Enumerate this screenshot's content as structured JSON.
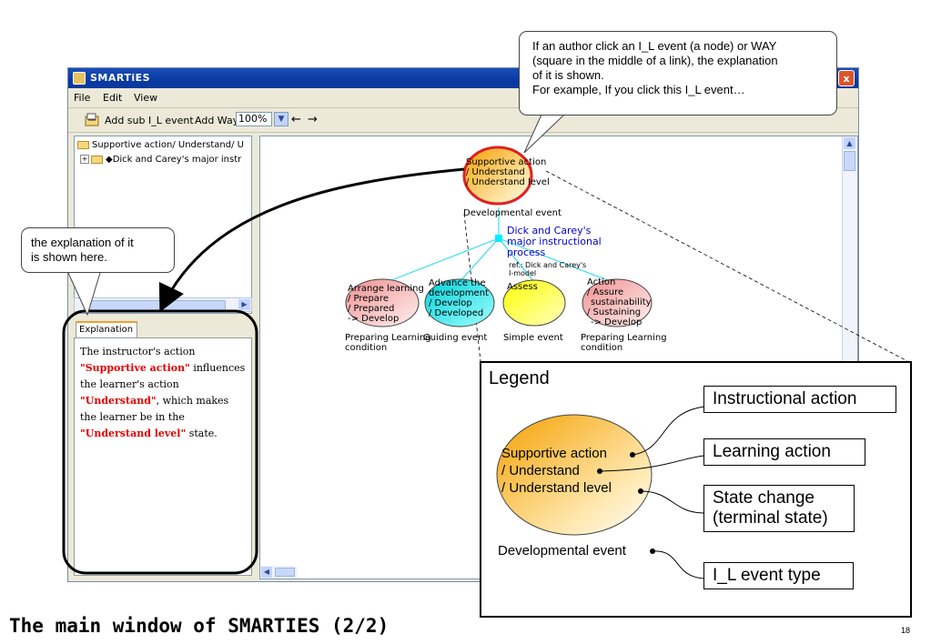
{
  "window": {
    "title": "SMARTiES",
    "close_symbol": "x"
  },
  "menu": [
    "File",
    "Edit",
    "View"
  ],
  "toolbar": {
    "add_sub": "Add sub I_L event",
    "add_way": "Add Way",
    "zoom": "100%",
    "back": "←",
    "forward": "→"
  },
  "tree": {
    "root": "Supportive action/ Understand/ U",
    "child": "◆Dick and Carey's major instr"
  },
  "explanation": {
    "tab": "Explanation",
    "p1": "The instructor's action",
    "k1": "\"Supportive action\"",
    "p2": " influences",
    "p3": "the learner's action",
    "k2": "\"Understand\"",
    "p4": ", which makes",
    "p5": "the learner be in the",
    "k3": "\"Understand level\"",
    "p6": " state."
  },
  "graph": {
    "top_node": {
      "l1": "Supportive action",
      "l2": "/ Understand",
      "l3": "/ Understand level",
      "type": "Developmental event"
    },
    "way": {
      "l1": "Dick and Carey's",
      "l2": "major instructional",
      "l3": "process",
      "r1": "ref.: Dick and Carey's",
      "r2": "I-model"
    },
    "n1": {
      "l1": "Arrange learning",
      "l2": "/ Prepare",
      "l3": "/ Prepared",
      "l4": "-> Develop",
      "t1": "Preparing Learning",
      "t2": "condition"
    },
    "n2": {
      "l1": "Advance the",
      "l2": "development",
      "l3": "/ Develop",
      "l4": "/ Developed",
      "t1": "Guiding event"
    },
    "n3": {
      "l1": "Assess",
      "t1": "Simple event"
    },
    "n4": {
      "l1": "Action",
      "l2": "/ Assure",
      "l3": "sustainability",
      "l4": "/ Sustaining",
      "l5": "-> Develop",
      "t1": "Preparing Learning",
      "t2": "condition"
    }
  },
  "legend": {
    "title": "Legend",
    "node": {
      "l1": "Supportive action",
      "l2": "/ Understand",
      "l3": "/ Understand level",
      "type": "Developmental event"
    },
    "instructional": "Instructional action",
    "learning": "Learning action",
    "state1": "State change",
    "state2": "(terminal state)",
    "event_type": "I_L event type"
  },
  "callout_top": {
    "l1": "If an author click an I_L event (a node) or WAY",
    "l2": "(square in the middle of a link), the explanation",
    "l3": "of it is shown.",
    "l4": "For example, If you click this I_L event…"
  },
  "callout_left": {
    "l1": "the explanation of it",
    "l2": "is shown here."
  },
  "caption": "The main window of SMARTIES (2/2)",
  "page_number": "18",
  "colors": {
    "accent_red": "#e00000",
    "node_orange": "#f5a800",
    "link_cyan": "#33ddee",
    "node_pink": "#f4c0c0",
    "node_cyan": "#22dddd",
    "node_yellow": "#ffff00",
    "way_blue": "#0000cc"
  }
}
